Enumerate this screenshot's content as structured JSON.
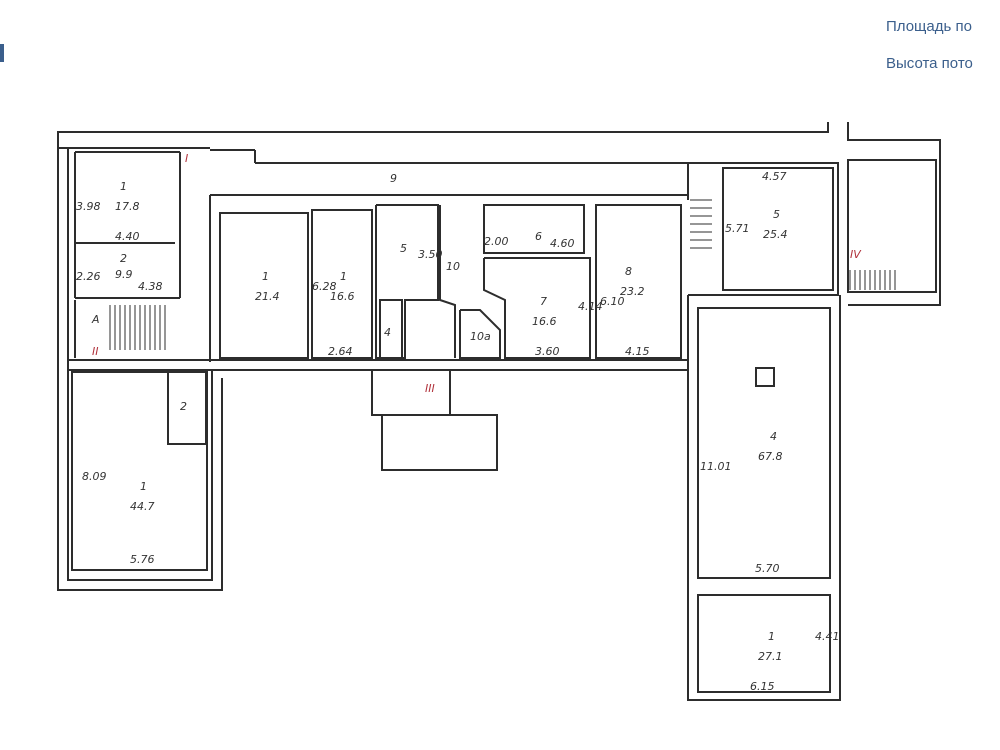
{
  "header": {
    "area_label": "Площадь по",
    "height_label": "Высота пото"
  },
  "plan": {
    "corridor_label": "9",
    "marks": [
      "I",
      "II",
      "III",
      "IV",
      "А"
    ],
    "rooms": [
      {
        "num": "1",
        "area": "17.8",
        "dim1": "3.98",
        "dim2": "4.40"
      },
      {
        "num": "2",
        "area": "9.9",
        "dim1": "2.26",
        "dim2": "4.38"
      },
      {
        "num": "1",
        "area": "21.4",
        "dim1": "",
        "dim2": ""
      },
      {
        "num": "1",
        "area": "16.6",
        "dim1": "6.28",
        "dim2": "2.64"
      },
      {
        "num": "5",
        "area": "",
        "dim1": "3.50",
        "dim2": ""
      },
      {
        "num": "10",
        "area": "",
        "dim1": "",
        "dim2": ""
      },
      {
        "num": "4",
        "area": "",
        "dim1": "",
        "dim2": ""
      },
      {
        "num": "10а",
        "area": "",
        "dim1": "",
        "dim2": ""
      },
      {
        "num": "6",
        "area": "",
        "dim1": "2.00",
        "dim2": "4.60"
      },
      {
        "num": "7",
        "area": "16.6",
        "dim1": "4.14",
        "dim2": "3.60"
      },
      {
        "num": "8",
        "area": "23.2",
        "dim1": "6.10",
        "dim2": "4.15"
      },
      {
        "num": "5",
        "area": "25.4",
        "dim1": "5.71",
        "dim2": "4.57"
      },
      {
        "num": "2",
        "area": "",
        "dim1": "",
        "dim2": ""
      },
      {
        "num": "1",
        "area": "44.7",
        "dim1": "8.09",
        "dim2": "5.76"
      },
      {
        "num": "4",
        "area": "67.8",
        "dim1": "11.01",
        "dim2": "5.70"
      },
      {
        "num": "1",
        "area": "27.1",
        "dim1": "4.41",
        "dim2": "6.15"
      }
    ]
  },
  "colors": {
    "accent": "#3b5f8c",
    "wall": "#2d2d2d",
    "mark": "#b0303a"
  }
}
